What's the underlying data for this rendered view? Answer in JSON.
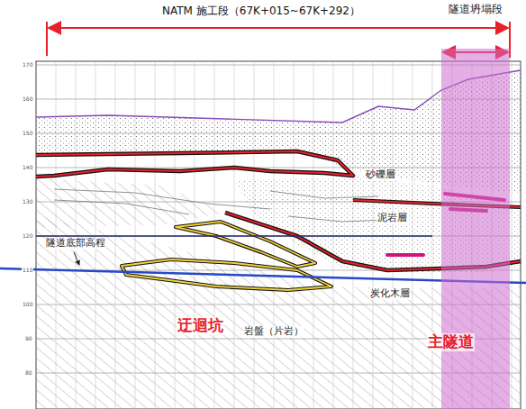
{
  "diagram": {
    "title": "NATM 施工段（67K+015~67K+292）",
    "nodes": [
      {
        "text": [
          "隧道坍塌段",
          "主隧道"
        ]
      }
    ],
    "labels": [
      "砂礫層",
      "泥岩層",
      "隧道底部高程",
      "炭化木層",
      "岩盤（片岩）",
      "迂迴坑",
      "170",
      "160",
      "150",
      "140",
      "130",
      "120",
      "110",
      "100",
      "90",
      "80"
    ]
  }
}
